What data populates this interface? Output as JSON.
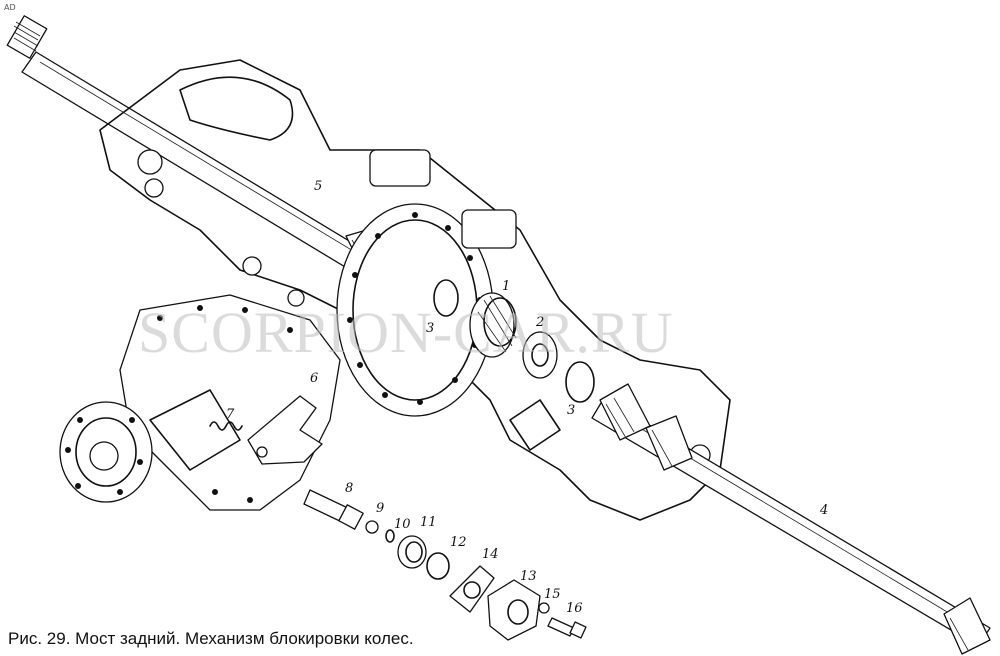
{
  "caption": "Рис. 29. Мост задний. Механизм блокировки колес.",
  "watermark": "SCORPION-CAR.RU",
  "corner_mark": "AD",
  "part_labels": {
    "p1": "1",
    "p2": "2",
    "p3a": "3",
    "p3b": "3",
    "p4": "4",
    "p5": "5",
    "p6": "6",
    "p7": "7",
    "p8": "8",
    "p9": "9",
    "p10": "10",
    "p11": "11",
    "p12": "12",
    "p13": "13",
    "p14": "14",
    "p15": "15",
    "p16": "16"
  }
}
